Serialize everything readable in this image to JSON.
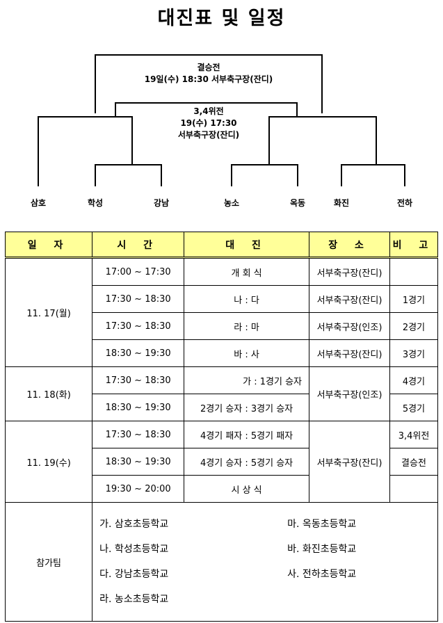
{
  "title": "대진표 및 일정",
  "bracket": {
    "final": {
      "label": "결승전",
      "info": "19일(수) 18:30 서부축구장(잔디)"
    },
    "third": {
      "label": "3,4위전",
      "time": "19(수) 17:30",
      "place": "서부축구장(잔디)"
    },
    "teams": [
      "삼호",
      "학성",
      "강남",
      "농소",
      "옥동",
      "화진",
      "전하"
    ]
  },
  "table": {
    "headers": [
      "일 자",
      "시 간",
      "대 진",
      "장 소",
      "비 고"
    ],
    "days": [
      {
        "date": "11. 17(월)",
        "rows": [
          {
            "time": "17:00 ~ 17:30",
            "match": "개 회 식",
            "place": "서부축구장(잔디)",
            "note": ""
          },
          {
            "time": "17:30 ~ 18:30",
            "match": "나 : 다",
            "place": "서부축구장(잔디)",
            "note": "1경기"
          },
          {
            "time": "17:30 ~ 18:30",
            "match": "라 : 마",
            "place": "서부축구장(인조)",
            "note": "2경기"
          },
          {
            "time": "18:30 ~ 19:30",
            "match": "바 : 사",
            "place": "서부축구장(잔디)",
            "note": "3경기"
          }
        ]
      },
      {
        "date": "11. 18(화)",
        "place": "서부축구장(인조)",
        "rows": [
          {
            "time": "17:30 ~ 18:30",
            "match": "가 : 1경기 승자",
            "note": "4경기"
          },
          {
            "time": "18:30 ~ 19:30",
            "match": "2경기 승자 : 3경기 승자",
            "note": "5경기"
          }
        ]
      },
      {
        "date": "11. 19(수)",
        "place": "서부축구장(잔디)",
        "rows": [
          {
            "time": "17:30 ~ 18:30",
            "match": "4경기 패자 : 5경기 패자",
            "note": "3,4위전"
          },
          {
            "time": "18:30 ~ 19:30",
            "match": "4경기 승자 : 5경기 승자",
            "note": "결승전"
          },
          {
            "time": "19:30 ~ 20:00",
            "match": "시 상 식",
            "note": ""
          }
        ]
      }
    ],
    "participants_label": "참가팀",
    "participants": [
      "가. 삼호초등학교",
      "마. 옥동초등학교",
      "나. 학성초등학교",
      "바. 화진초등학교",
      "다. 강남초등학교",
      "사. 전하초등학교",
      "라. 농소초등학교"
    ]
  }
}
